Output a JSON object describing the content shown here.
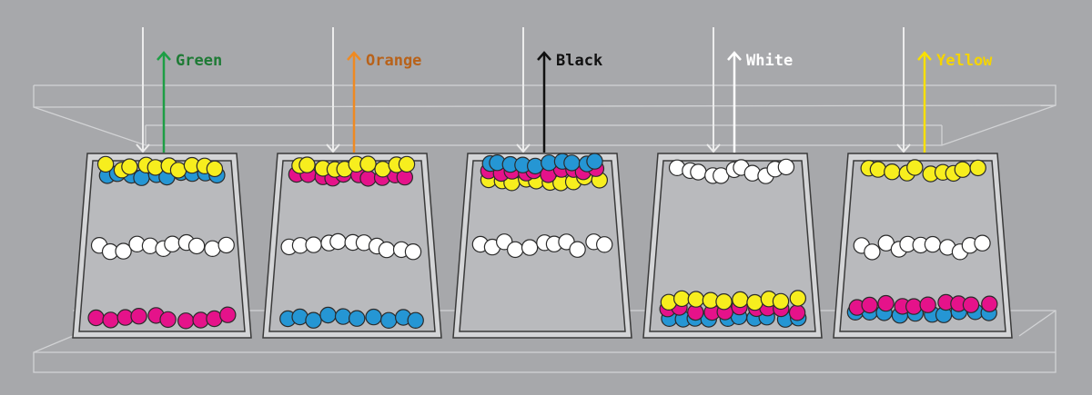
{
  "colors": {
    "background": "#a7a8ab",
    "yellow_ball": "#f7ee1e",
    "blue_ball": "#2596d4",
    "magenta_ball": "#e5128a",
    "white_ball": "#ffffff",
    "bin_fill": "#b9babd",
    "bin_frame": "#d4d5d7"
  },
  "bins": [
    {
      "label": "Green",
      "arrow_color": "#1d9e45",
      "text_color": "#1e7a35",
      "layers": [
        [
          "yellow",
          "blue"
        ],
        [
          "white"
        ],
        [
          "magenta"
        ]
      ]
    },
    {
      "label": "Orange",
      "arrow_color": "#ef8a22",
      "text_color": "#b8621a",
      "layers": [
        [
          "yellow",
          "magenta"
        ],
        [
          "white"
        ],
        [
          "blue"
        ]
      ]
    },
    {
      "label": "Black",
      "arrow_color": "#111111",
      "text_color": "#111111",
      "layers": [
        [
          "blue",
          "magenta",
          "yellow"
        ],
        [
          "white"
        ],
        []
      ]
    },
    {
      "label": "White",
      "arrow_color": "#ffffff",
      "text_color": "#ffffff",
      "layers": [
        [
          "white"
        ],
        [],
        [
          "yellow",
          "magenta",
          "blue"
        ]
      ]
    },
    {
      "label": "Yellow",
      "arrow_color": "#f8e000",
      "text_color": "#f5d400",
      "layers": [
        [
          "yellow"
        ],
        [
          "white"
        ],
        [
          "magenta",
          "blue"
        ]
      ]
    }
  ]
}
